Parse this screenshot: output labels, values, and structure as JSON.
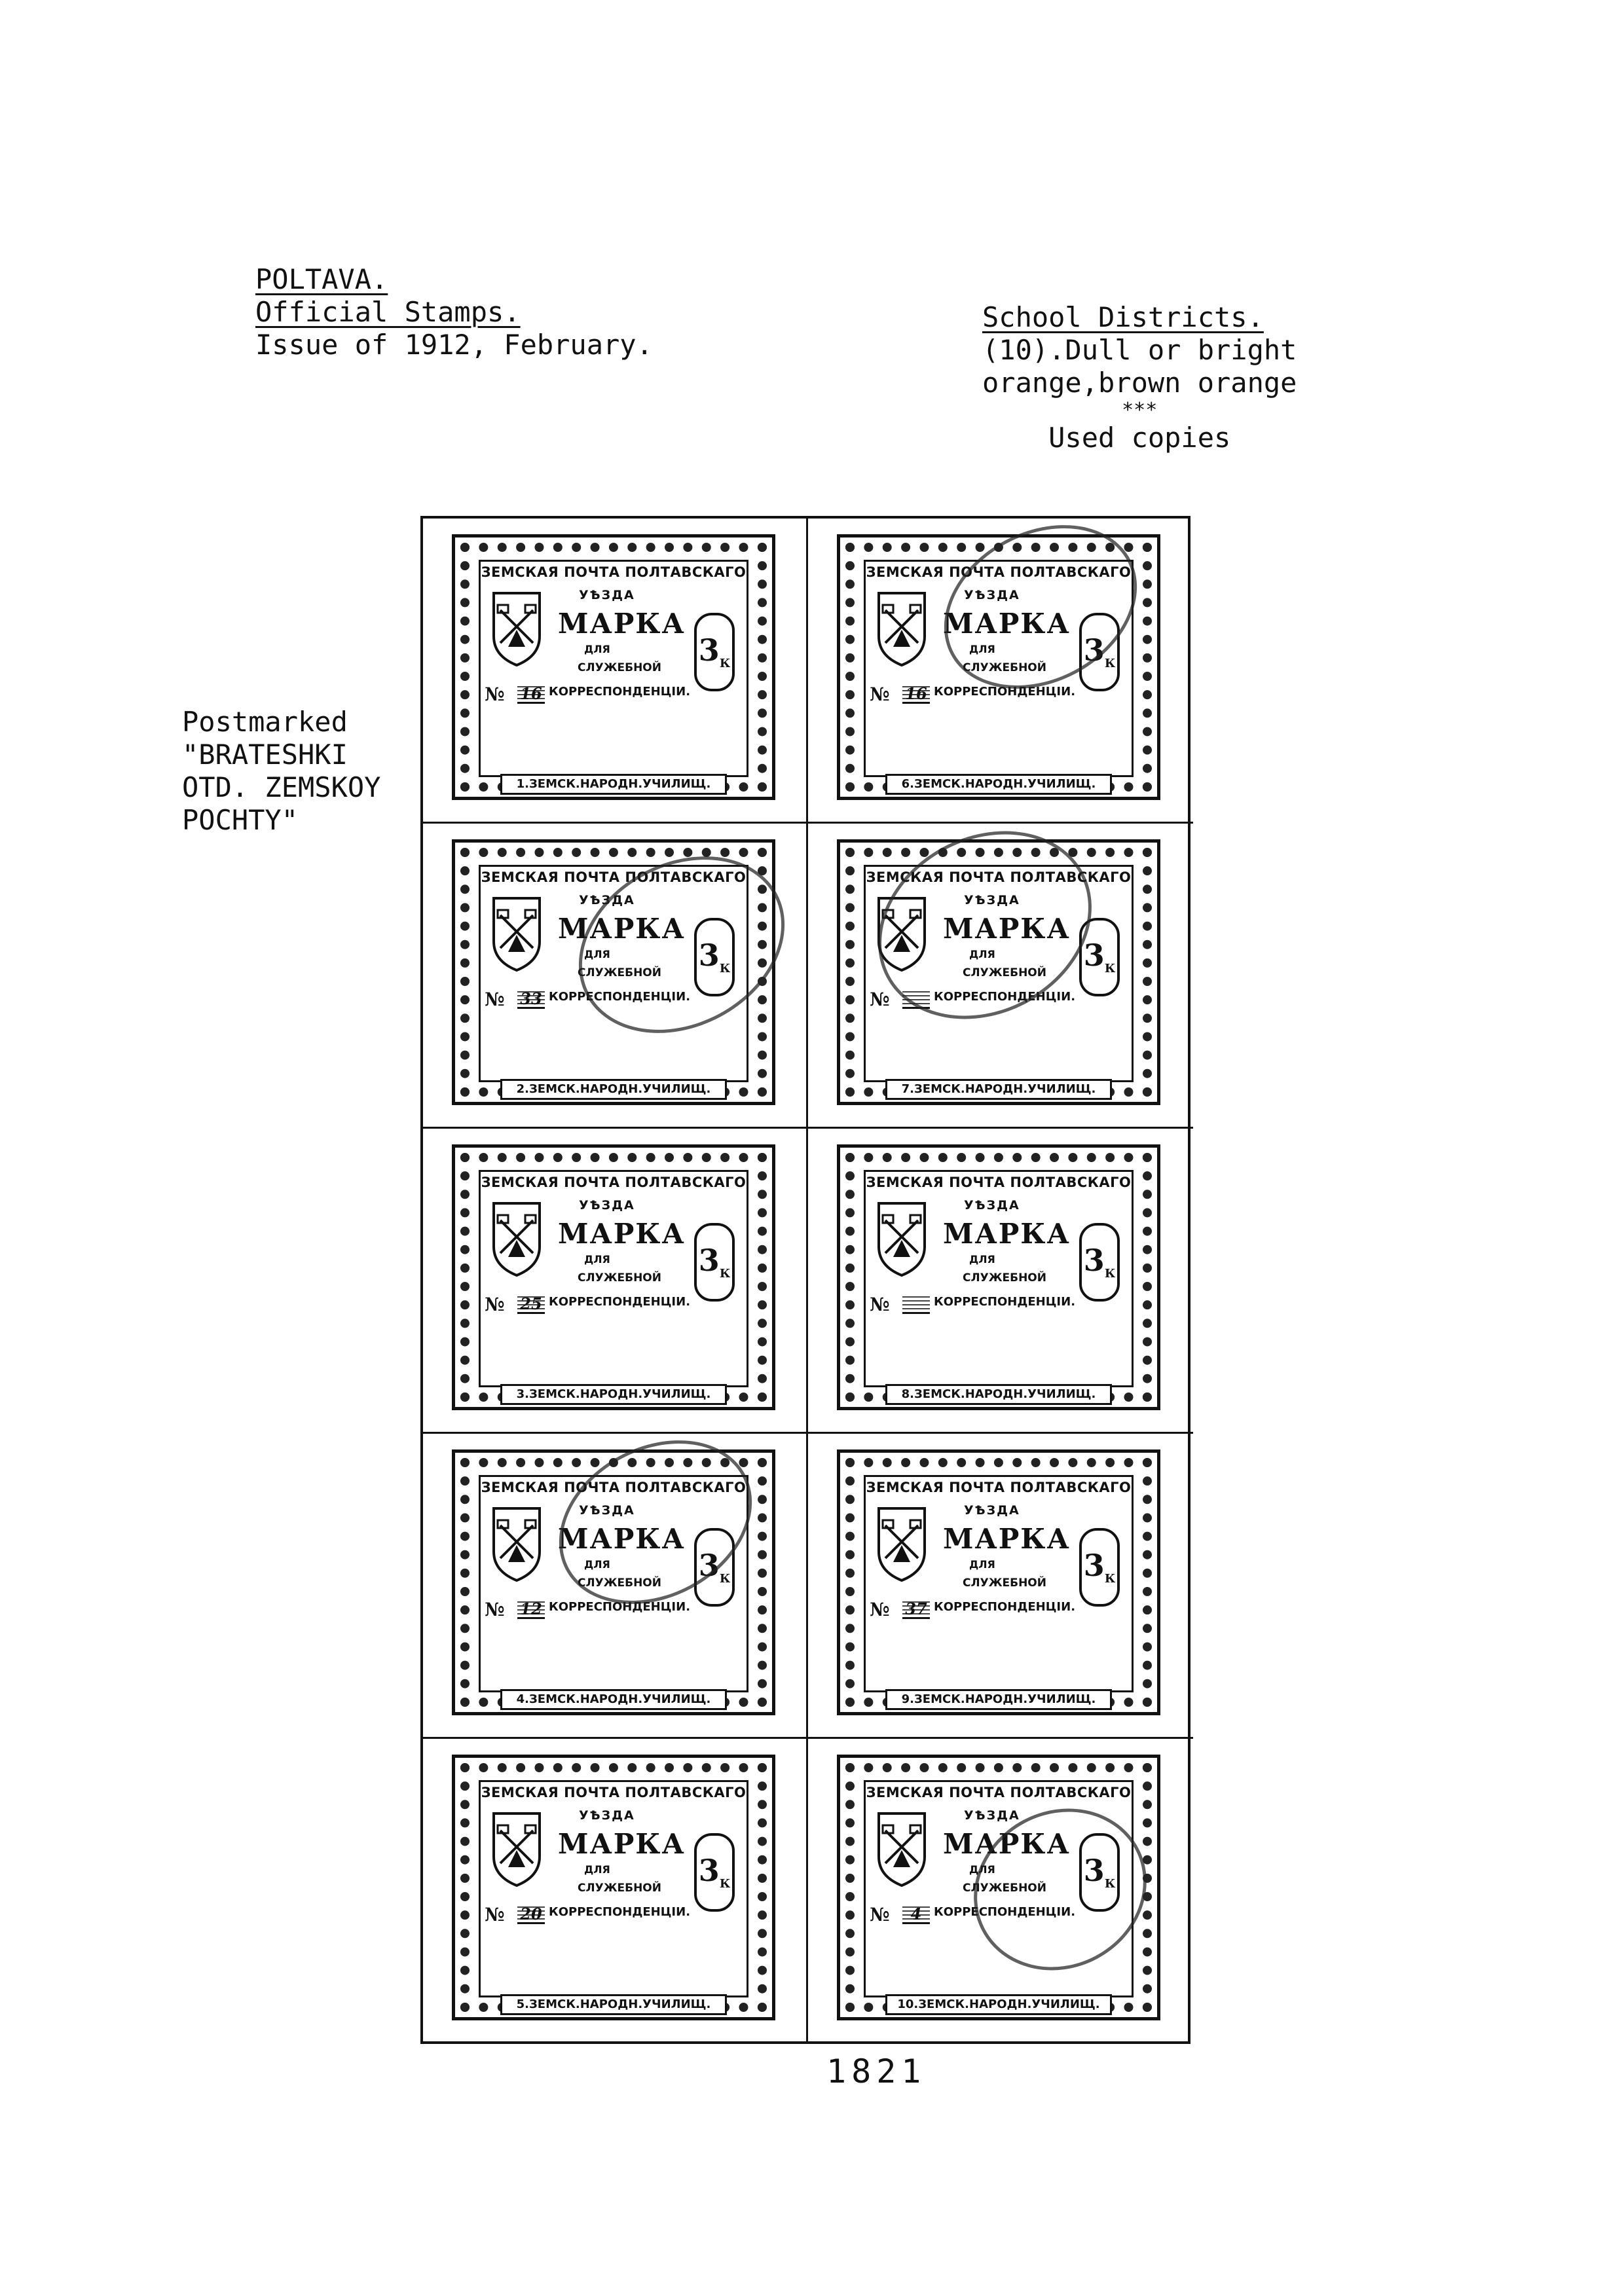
{
  "header_left": {
    "line1": "POLTAVA.",
    "line2": "Official Stamps.",
    "line3": "Issue of 1912, February."
  },
  "header_right": {
    "line1": "School   Districts.",
    "line2": "(10).Dull or bright",
    "line3": "orange,brown orange",
    "stars": "***",
    "line4": "Used copies"
  },
  "side_note": {
    "line1": "Postmarked",
    "line2": "\"BRATESHKI",
    "line3": "OTD. ZEMSKOY",
    "line4": "POCHTY\""
  },
  "stamp_common": {
    "top": "ЗЕМСКАЯ ПОЧТА ПОЛТАВСКАГО",
    "uezd": "УѢЗДА",
    "marka": "МАРКА",
    "dlya": "ДЛЯ",
    "sluzh": "СЛУЖЕБНОЙ",
    "korr": "КОРРЕСПОНДЕНЦІИ.",
    "no": "№",
    "denom": "3",
    "denom_unit": "К"
  },
  "stamps": [
    {
      "bottom": "1.ЗЕМСК.НАРОДН.УЧИЛИЩ.",
      "number": "16",
      "postmark": false
    },
    {
      "bottom": "6.ЗЕМСК.НАРОДН.УЧИЛИЩ.",
      "number": "16",
      "postmark": true
    },
    {
      "bottom": "2.ЗЕМСК.НАРОДН.УЧИЛИЩ.",
      "number": "33",
      "postmark": true
    },
    {
      "bottom": "7.ЗЕМСК.НАРОДН.УЧИЛИЩ.",
      "number": "",
      "postmark": true
    },
    {
      "bottom": "3.ЗЕМСК.НАРОДН.УЧИЛИЩ.",
      "number": "25",
      "postmark": false
    },
    {
      "bottom": "8.ЗЕМСК.НАРОДН.УЧИЛИЩ.",
      "number": "",
      "postmark": false
    },
    {
      "bottom": "4.ЗЕМСК.НАРОДН.УЧИЛИЩ.",
      "number": "12",
      "postmark": true
    },
    {
      "bottom": "9.ЗЕМСК.НАРОДН.УЧИЛИЩ.",
      "number": "37",
      "postmark": false
    },
    {
      "bottom": "5.ЗЕМСК.НАРОДН.УЧИЛИЩ.",
      "number": "20",
      "postmark": false
    },
    {
      "bottom": "10.ЗЕМСК.НАРОДН.УЧИЛИЩ.",
      "number": "4",
      "postmark": true
    }
  ],
  "page_number": "1821"
}
